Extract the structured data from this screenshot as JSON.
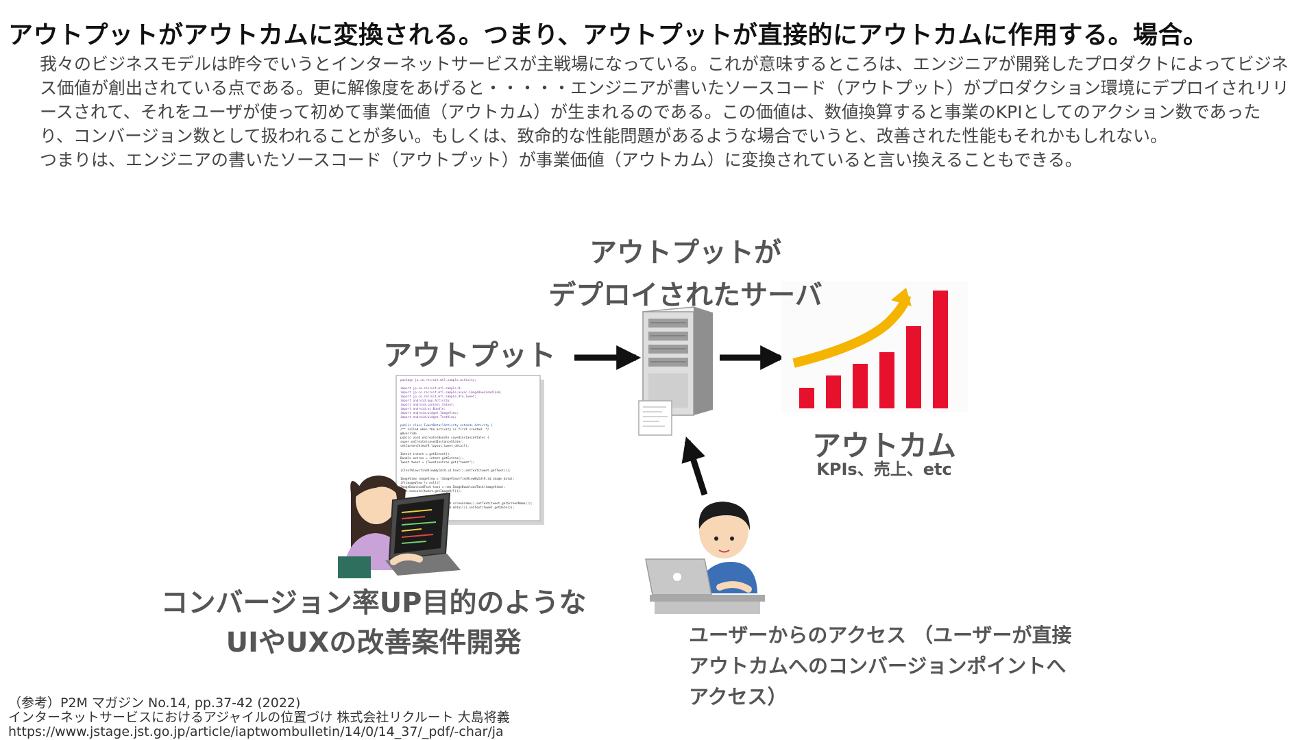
{
  "title": "アウトプットがアウトカムに変換される。つまり、アウトプットが直接的にアウトカムに作用する。場合。",
  "body": {
    "paragraph1": "我々のビジネスモデルは昨今でいうとインターネットサービスが主戦場になっている。これが意味するところは、エンジニアが開発したプロダクトによってビジネス価値が創出されている点である。更に解像度をあげると・・・・・エンジニアが書いたソースコード（アウトプット）がプロダクション環境にデプロイされリリースされて、それをユーザが使って初めて事業価値（アウトカム）が生まれるのである。この価値は、数値換算すると事業のKPIとしてのアクション数であったり、コンバージョン数として扱われることが多い。もしくは、致命的な性能問題があるような場合でいうと、改善された性能もそれかもしれない。",
    "paragraph2": "つまりは、エンジニアの書いたソースコード（アウトプット）が事業価値（アウトカム）に変換されていると言い換えることもできる。"
  },
  "diagram": {
    "output_label": "アウトプット",
    "server_label_line1": "アウトプットが",
    "server_label_line2": "デプロイされたサーバ",
    "outcome_label": "アウトカム",
    "outcome_sublabel": "KPIs、売上、etc",
    "dev_label_line1": "コンバージョン率UP目的のような",
    "dev_label_line2": "UIやUXの改善案件開発",
    "access_label": "ユーザーからのアクセス （ユーザーが直接アウトカムへのコンバージョンポイントへアクセス）",
    "chart_bar_color": "#e8112d",
    "chart_arrow_color": "#f5b400",
    "code_lines": [
      "package jp.co.recruit.mtl.sample.activity;",
      "",
      "import jp.co.recruit.mtl.sample.R;",
      "import jp.co.recruit.mtl.sample.async.ImageDownloadTask;",
      "import jp.co.recruit.mtl.sample.dto.Tweet;",
      "import android.app.Activity;",
      "import android.content.Intent;",
      "import android.os.Bundle;",
      "import android.widget.ImageView;",
      "import android.widget.TextView;",
      "",
      "public class TweetDetailActivity extends Activity {",
      "  /** Called when the activity is first created. */",
      "  @Override",
      "  public void onCreate(Bundle savedInstanceState) {",
      "    super.onCreate(savedInstanceState);",
      "    setContentView(R.layout.tweet_detail);",
      "",
      "    Intent intent = getIntent();",
      "    Bundle extras = intent.getExtras();",
      "    Tweet tweet = (Tweet)extras.get(\"tweet\");",
      "",
      "    ((TextView)findViewById(R.id.text)).setText(tweet.getText());",
      "",
      "    ImageView imageView = (ImageView)findViewById(R.id.image_data);",
      "    if(imageView != null){",
      "      ImageDownloadTask task = new ImageDownloadTask(imageView);",
      "      task.execute(tweet.getImageUrl());",
      "    }",
      "",
      "    ((TextView)findViewById(R.id.screenname)).setText(tweet.getScreenName());",
      "    ((TextView)findViewById(R.id.detail)).setText(tweet.getDate());",
      "  }",
      "}"
    ]
  },
  "references": {
    "line1": "（参考）P2M マガジン No.14, pp.37-42 (2022)",
    "line2": "インターネットサービスにおけるアジャイルの位置づけ 株式会社リクルート 大島将義",
    "line3": "https://www.jstage.jst.go.jp/article/iaptwombulletin/14/0/14_37/_pdf/-char/ja"
  }
}
